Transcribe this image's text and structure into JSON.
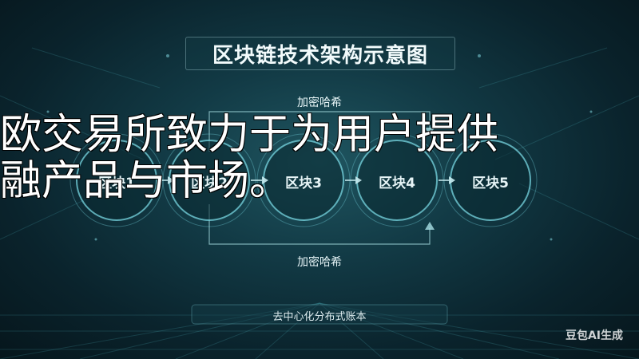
{
  "title": "区块链技术架构示意图",
  "hash_top": "加密哈希",
  "hash_bottom": "加密哈希",
  "blocks": [
    "区块1",
    "区块2",
    "区块3",
    "区块4",
    "区块5"
  ],
  "ledger_label": "去中心化分布式账本",
  "overlay_text_line1": "欧交易所致力于为用户提供",
  "overlay_text_line2": "融产品与市场。",
  "brand_label": "豆包AI生成",
  "colors": {
    "accent": "#49c4cf",
    "glow": "#7fe3ea",
    "background": "#0a232c"
  }
}
